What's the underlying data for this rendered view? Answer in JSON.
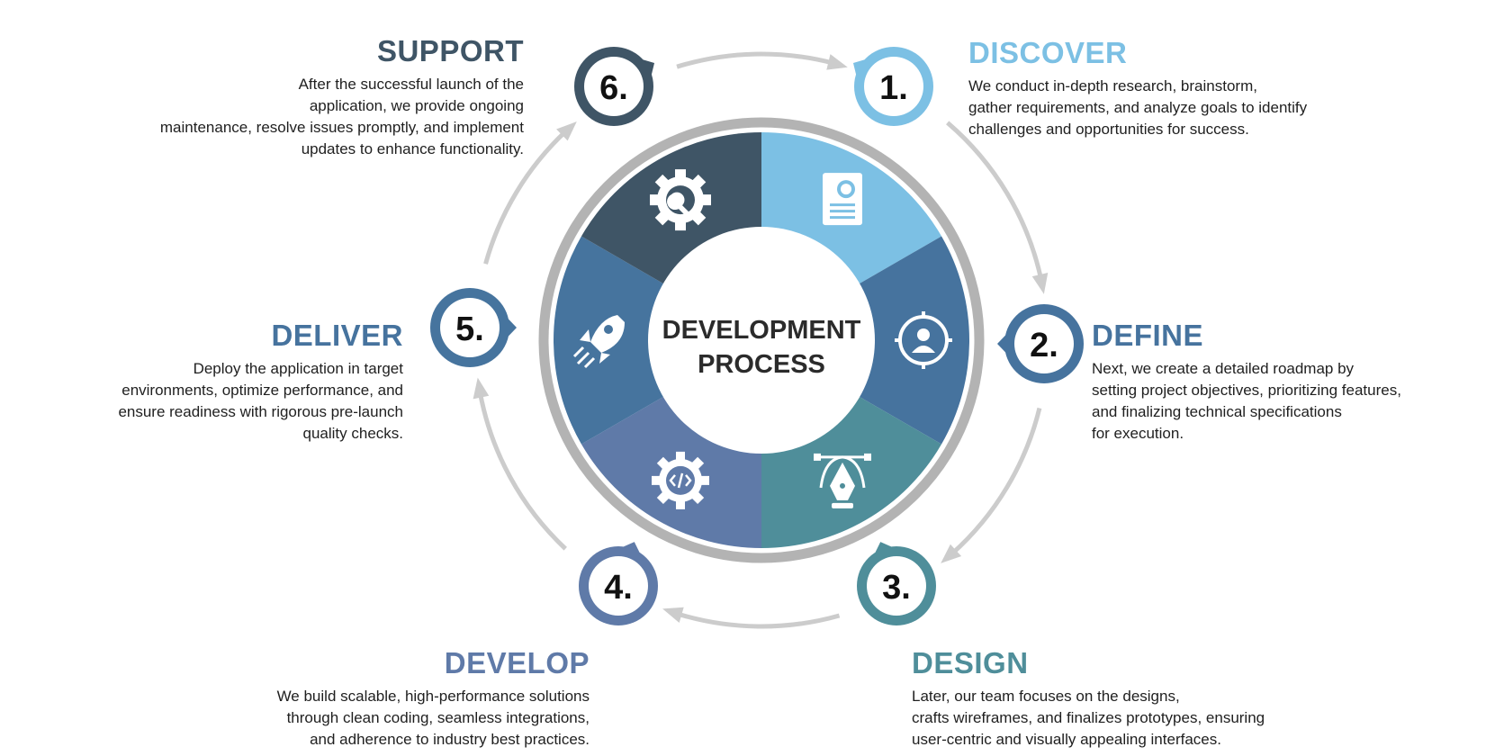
{
  "center_title": {
    "line1": "DEVELOPMENT",
    "line2": "PROCESS"
  },
  "colors": {
    "discover": "#7cc0e4",
    "define": "#46739e",
    "design": "#4f8e9a",
    "develop": "#5f7aa8",
    "deliver": "#46749e",
    "support": "#3f5566",
    "ring": "#b3b3b3",
    "arrow": "#cccccc"
  },
  "steps": [
    {
      "number": "1.",
      "title": "DISCOVER",
      "icon": "document-chart-icon",
      "lines": [
        "We conduct in-depth research, brainstorm,",
        "gather requirements, and analyze goals to identify",
        "challenges and opportunities for success."
      ]
    },
    {
      "number": "2.",
      "title": "DEFINE",
      "icon": "user-target-icon",
      "lines": [
        "Next, we create a detailed roadmap by",
        "setting project objectives, prioritizing features,",
        "and finalizing technical specifications",
        "for execution."
      ]
    },
    {
      "number": "3.",
      "title": "DESIGN",
      "icon": "pen-tool-icon",
      "lines": [
        "Later, our team focuses on the designs,",
        "crafts wireframes, and finalizes prototypes, ensuring",
        "user-centric and visually appealing interfaces."
      ]
    },
    {
      "number": "4.",
      "title": "DEVELOP",
      "icon": "code-gear-icon",
      "lines": [
        "We build scalable, high-performance solutions",
        "through clean coding, seamless integrations,",
        "and adherence to industry best practices."
      ]
    },
    {
      "number": "5.",
      "title": "DELIVER",
      "icon": "rocket-icon",
      "lines": [
        "Deploy the application in target",
        "environments, optimize performance, and",
        "ensure readiness with rigorous pre-launch",
        "quality checks."
      ]
    },
    {
      "number": "6.",
      "title": "SUPPORT",
      "icon": "wrench-gear-icon",
      "lines": [
        "After the successful launch of the",
        "application, we provide ongoing",
        "maintenance, resolve issues promptly, and implement",
        "updates to enhance functionality."
      ]
    }
  ]
}
